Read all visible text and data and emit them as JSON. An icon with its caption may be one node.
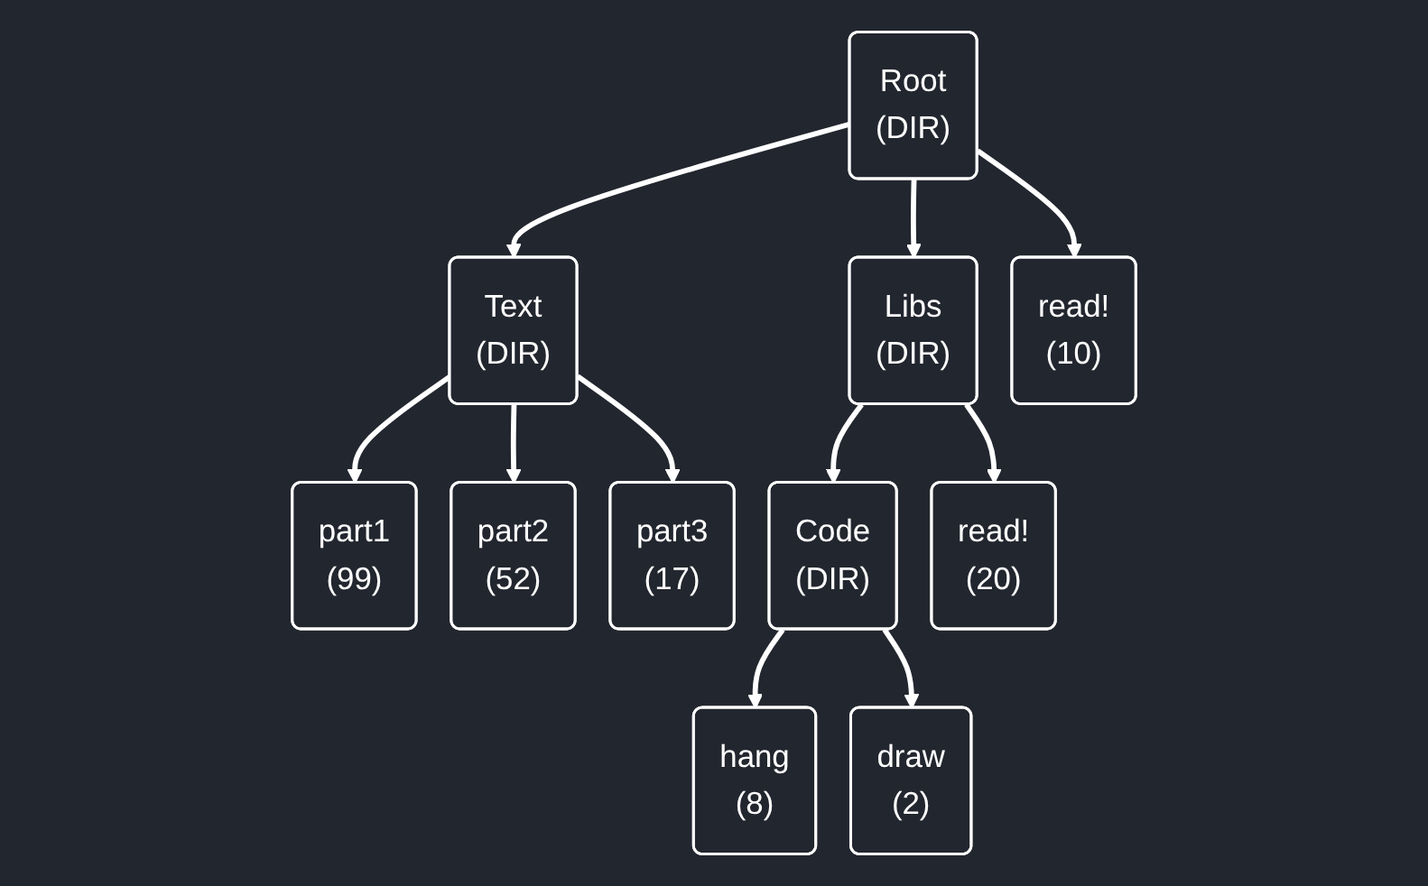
{
  "diagram": {
    "nodes": [
      {
        "text": [
          "Root",
          "(DIR)"
        ]
      },
      {
        "text": [
          "Text",
          "(DIR)"
        ]
      },
      {
        "text": [
          "Libs",
          "(DIR)"
        ]
      },
      {
        "text": [
          "read!",
          "(10)"
        ]
      },
      {
        "text": [
          "part1",
          "(99)"
        ]
      },
      {
        "text": [
          "part2",
          "(52)"
        ]
      },
      {
        "text": [
          "part3",
          "(17)"
        ]
      },
      {
        "text": [
          "Code",
          "(DIR)"
        ]
      },
      {
        "text": [
          "read!",
          "(20)"
        ]
      },
      {
        "text": [
          "hang",
          "(8)"
        ]
      },
      {
        "text": [
          "draw",
          "(2)"
        ]
      }
    ],
    "edges": [
      {
        "from": 0,
        "to": 1,
        "arrow": "to"
      },
      {
        "from": 0,
        "to": 2,
        "arrow": "to"
      },
      {
        "from": 0,
        "to": 3,
        "arrow": "to"
      },
      {
        "from": 1,
        "to": 4,
        "arrow": "to"
      },
      {
        "from": 1,
        "to": 5,
        "arrow": "to"
      },
      {
        "from": 1,
        "to": 6,
        "arrow": "to"
      },
      {
        "from": 2,
        "to": 7,
        "arrow": "to"
      },
      {
        "from": 2,
        "to": 8,
        "arrow": "to"
      },
      {
        "from": 7,
        "to": 9,
        "arrow": "to"
      },
      {
        "from": 7,
        "to": 10,
        "arrow": "to"
      }
    ]
  }
}
